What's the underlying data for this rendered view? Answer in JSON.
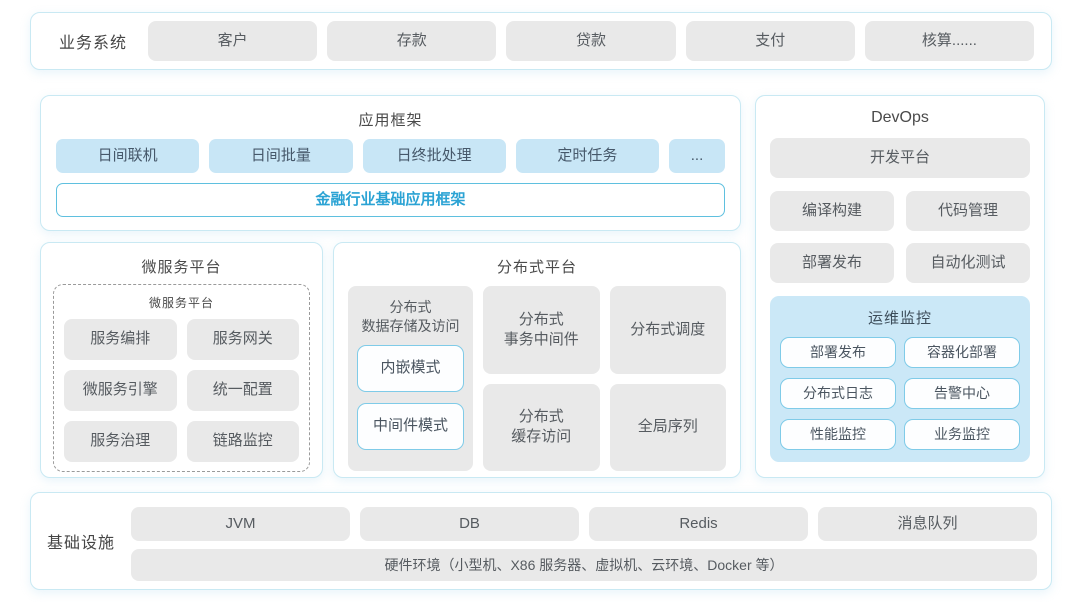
{
  "colors": {
    "accent_text": "#2ba3d4",
    "section_border": "#c9e9f3",
    "blue_button_bg": "#c8e6f6",
    "grey_button_bg": "#e9e9e9",
    "monitor_bg": "#cbe8f7",
    "outline_border": "#5fc0df"
  },
  "business_systems": {
    "label": "业务系统",
    "items": [
      "客户",
      "存款",
      "贷款",
      "支付",
      "核算......"
    ]
  },
  "app_framework": {
    "title": "应用框架",
    "modules": [
      "日间联机",
      "日间批量",
      "日终批处理",
      "定时任务",
      "..."
    ],
    "base_framework": "金融行业基础应用框架"
  },
  "microservice_platform": {
    "title": "微服务平台",
    "inner_title": "微服务平台",
    "items": [
      "服务编排",
      "服务网关",
      "微服务引擎",
      "统一配置",
      "服务治理",
      "链路监控"
    ]
  },
  "distributed_platform": {
    "title": "分布式平台",
    "storage": {
      "label": "分布式\n数据存储及访问",
      "modes": [
        "内嵌模式",
        "中间件模式"
      ]
    },
    "cells": [
      "分布式\n事务中间件",
      "分布式调度",
      "分布式\n缓存访问",
      "全局序列"
    ]
  },
  "devops": {
    "title": "DevOps",
    "platform": "开发平台",
    "tools": [
      "编译构建",
      "代码管理",
      "部署发布",
      "自动化测试"
    ],
    "monitoring": {
      "title": "运维监控",
      "items": [
        "部署发布",
        "容器化部署",
        "分布式日志",
        "告警中心",
        "性能监控",
        "业务监控"
      ]
    }
  },
  "infrastructure": {
    "label": "基础设施",
    "items": [
      "JVM",
      "DB",
      "Redis",
      "消息队列"
    ],
    "hardware": "硬件环境（小型机、X86 服务器、虚拟机、云环境、Docker 等）"
  }
}
